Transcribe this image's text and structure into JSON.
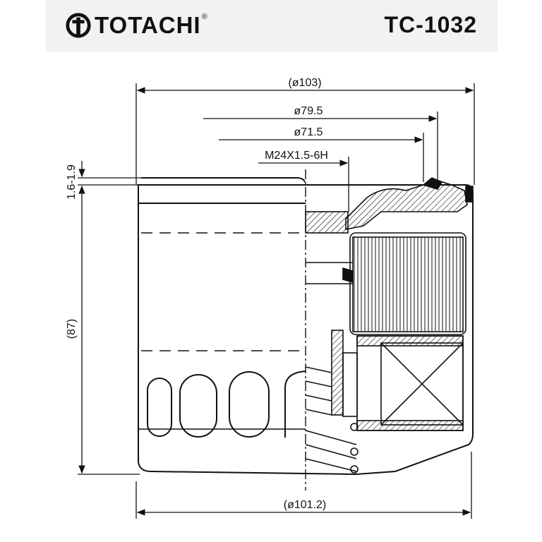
{
  "header": {
    "brand_name": "TOTACHI",
    "brand_mark": "®",
    "part_number": "TC-1032"
  },
  "icons": {
    "brand_logo": "totachi-ring-logo-icon"
  },
  "dimensions": {
    "outer_diameter": "(ø103)",
    "gasket_diameter": "ø79.5",
    "inner_gasket_diameter": "ø71.5",
    "thread": "M24X1.5-6H",
    "plate_thickness": "1.6-1.9",
    "height": "(87)",
    "body_diameter": "(ø101.2)"
  },
  "colors": {
    "line": "#111111",
    "header_bg": "#f2f2f2"
  }
}
